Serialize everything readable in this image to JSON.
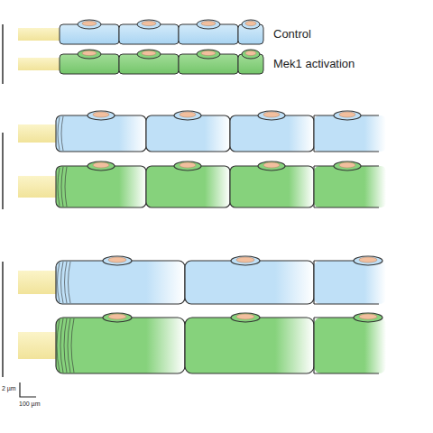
{
  "diagram": {
    "labels": [
      "Control",
      "Mek1 activation",
      "2 µm",
      "100 µm"
    ]
  }
}
